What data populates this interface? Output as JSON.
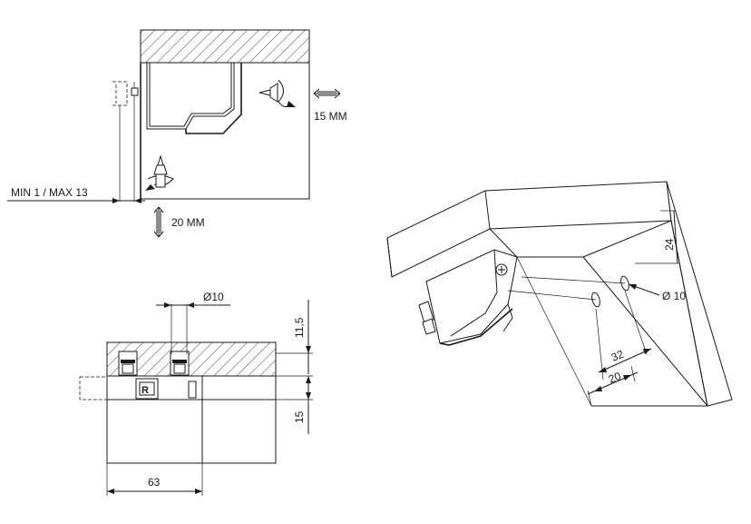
{
  "labels": {
    "side_adjust": "15 MM",
    "height_adjust": "20 MM",
    "overlay_range": "MIN 1 / MAX 13",
    "hole_diameter": "Ø10",
    "dim_11_5": "11,5",
    "dim_15": "15",
    "dim_63": "63",
    "iso_dim_24": "24",
    "iso_hole_diameter": "Ø 10",
    "iso_dim_32": "32",
    "iso_dim_20": "20"
  },
  "colors": {
    "line": "#1a1a1a",
    "background": "#ffffff"
  },
  "icons": [
    "adjustment-screw-icon",
    "double-arrow-horizontal-icon",
    "double-arrow-vertical-icon",
    "brand-logo-icon"
  ]
}
